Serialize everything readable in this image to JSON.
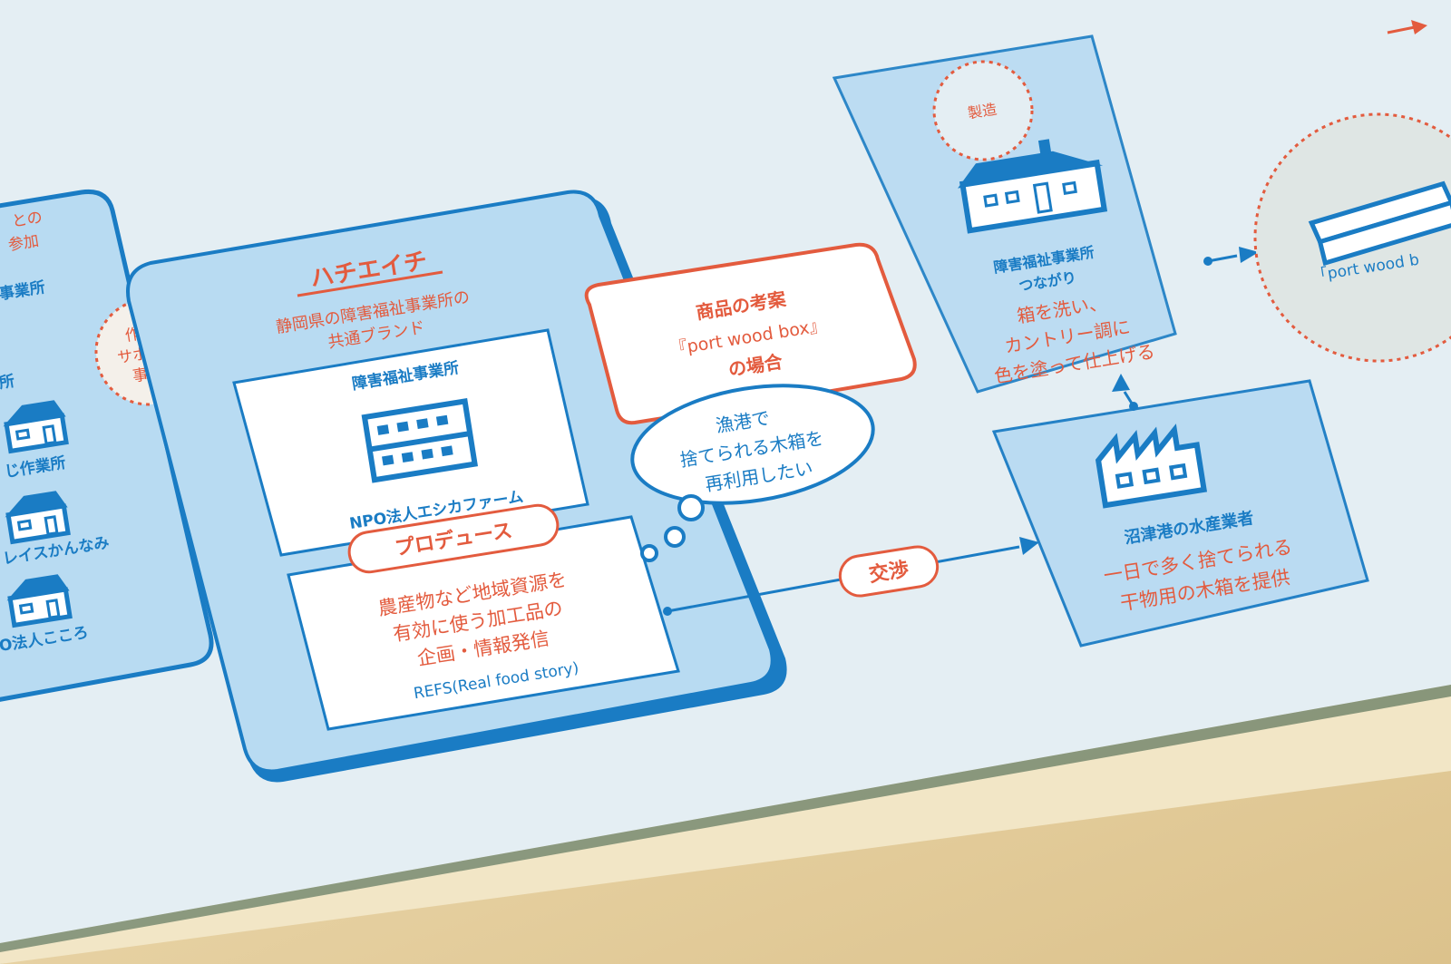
{
  "left_card": {
    "top_label_1": "との",
    "top_label_2": "参加",
    "item_1": "事業所",
    "item_2": "所",
    "item_3": "じ作業所",
    "item_4": "レイスかんなみ",
    "item_5": "O法人こころ"
  },
  "support_badge": {
    "line1": "作業所",
    "line2": "サポート",
    "line3": "事業"
  },
  "hachieichi": {
    "title": "ハチエイチ",
    "subtitle_1": "静岡県の障害福祉事業所の",
    "subtitle_2": "共通ブランド",
    "inner_label": "障害福祉事業所",
    "npo_label": "NPO法人エシカファーム",
    "produce_label": "プロデュース",
    "desc_1": "農産物など地域資源を",
    "desc_2": "有効に使う加工品の",
    "desc_3": "企画・情報発信",
    "refs_label": "REFS(Real food story)"
  },
  "idea_bubble": {
    "line1": "商品の考案",
    "line2": "『port wood box』",
    "line3": "の場合"
  },
  "thought_bubble": {
    "line1": "漁港で",
    "line2": "捨てられる木箱を",
    "line3": "再利用したい"
  },
  "negotiation_label": "交渉",
  "fishery": {
    "name": "沼津港の水産業者",
    "desc_1": "一日で多く捨てられる",
    "desc_2": "干物用の木箱を提供"
  },
  "manufacture": {
    "badge": "製造",
    "name_1": "障害福祉事業所",
    "name_2": "つながり",
    "desc_1": "箱を洗い、",
    "desc_2": "カントリー調に",
    "desc_3": "色を塗って仕上げる"
  },
  "product": {
    "label": "「port wood b"
  },
  "colors": {
    "blue": "#1a7cc4",
    "red": "#e35b3e",
    "paper": "#e3eef4",
    "light_blue": "#b8dbf2"
  }
}
